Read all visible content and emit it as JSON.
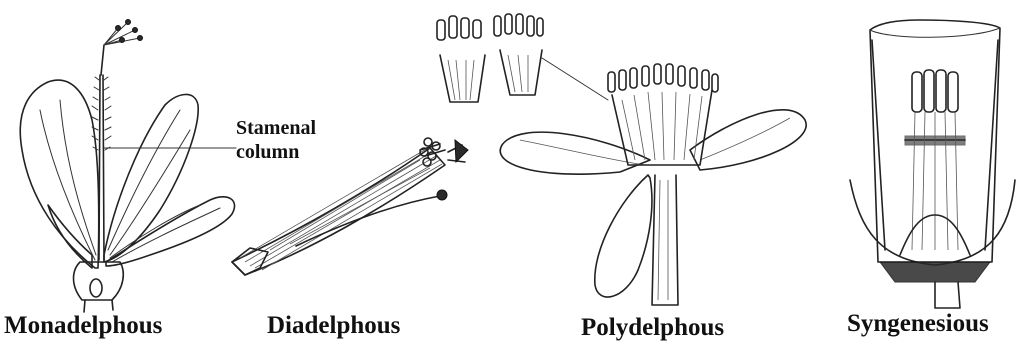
{
  "labels": {
    "monadelphous": "Monadelphous",
    "diadelphous": "Diadelphous",
    "polydelphous": "Polydelphous",
    "syngenesious": "Syngenesious",
    "stamenal_line1": "Stamenal",
    "stamenal_line2": "column"
  }
}
